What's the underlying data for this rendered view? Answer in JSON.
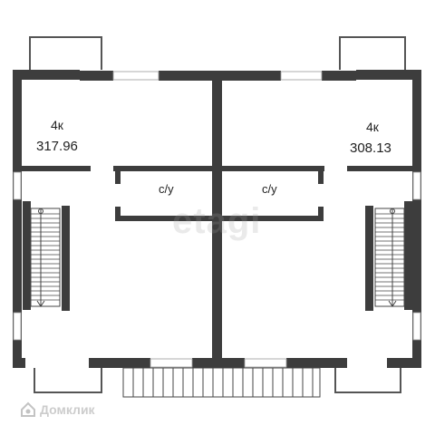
{
  "rooms": [
    {
      "code": "4к",
      "area": "317.96"
    },
    {
      "code": "4к",
      "area": "308.13"
    }
  ],
  "bathrooms": [
    "с/у",
    "с/у"
  ],
  "watermark": "etagi",
  "brand": {
    "name": "Домклик",
    "icon": "house-logo-icon"
  },
  "colors": {
    "wall": "#3d3d3d",
    "window": "#cfcfcf",
    "line": "#555555",
    "background": "#ffffff"
  }
}
